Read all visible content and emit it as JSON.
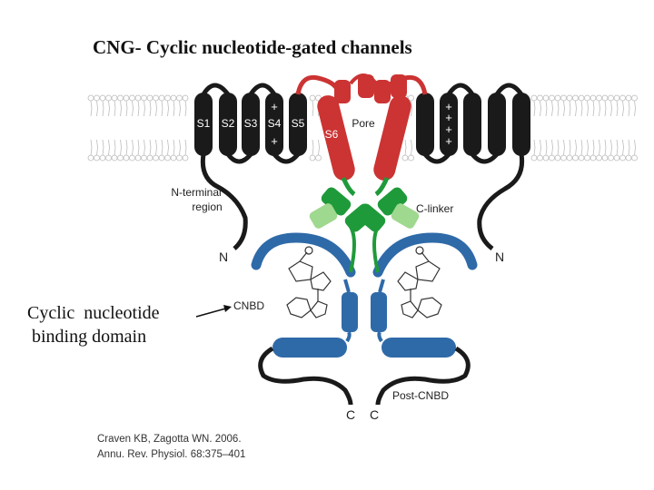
{
  "title": "CNG- Cyclic nucleotide-gated channels",
  "caption": {
    "line1": "Cyclic  nucleotide",
    "line2": " binding domain"
  },
  "citation": {
    "line1": "Craven KB, Zagotta WN. 2006.",
    "line2": "Annu. Rev. Physiol. 68:375–401"
  },
  "labels": {
    "s1": "S1",
    "s2": "S2",
    "s3": "S3",
    "s4": "S4",
    "s5": "S5",
    "s6": "S6",
    "pore": "Pore",
    "n_terminal": "N-terminal",
    "region": "region",
    "c_linker": "C-linker",
    "cnbd": "CNBD",
    "post_cnbd": "Post-CNBD",
    "n_left": "N",
    "n_right": "N",
    "c_left": "C",
    "c_right": "C",
    "plus": "+"
  },
  "colors": {
    "helix_black": "#1a1a1a",
    "pore_red": "#cc3333",
    "clinker_green": "#1f9a3a",
    "clinker_light": "#9fd88f",
    "cnbd_blue": "#2f6aa8",
    "membrane_line": "#bbbbbb"
  }
}
